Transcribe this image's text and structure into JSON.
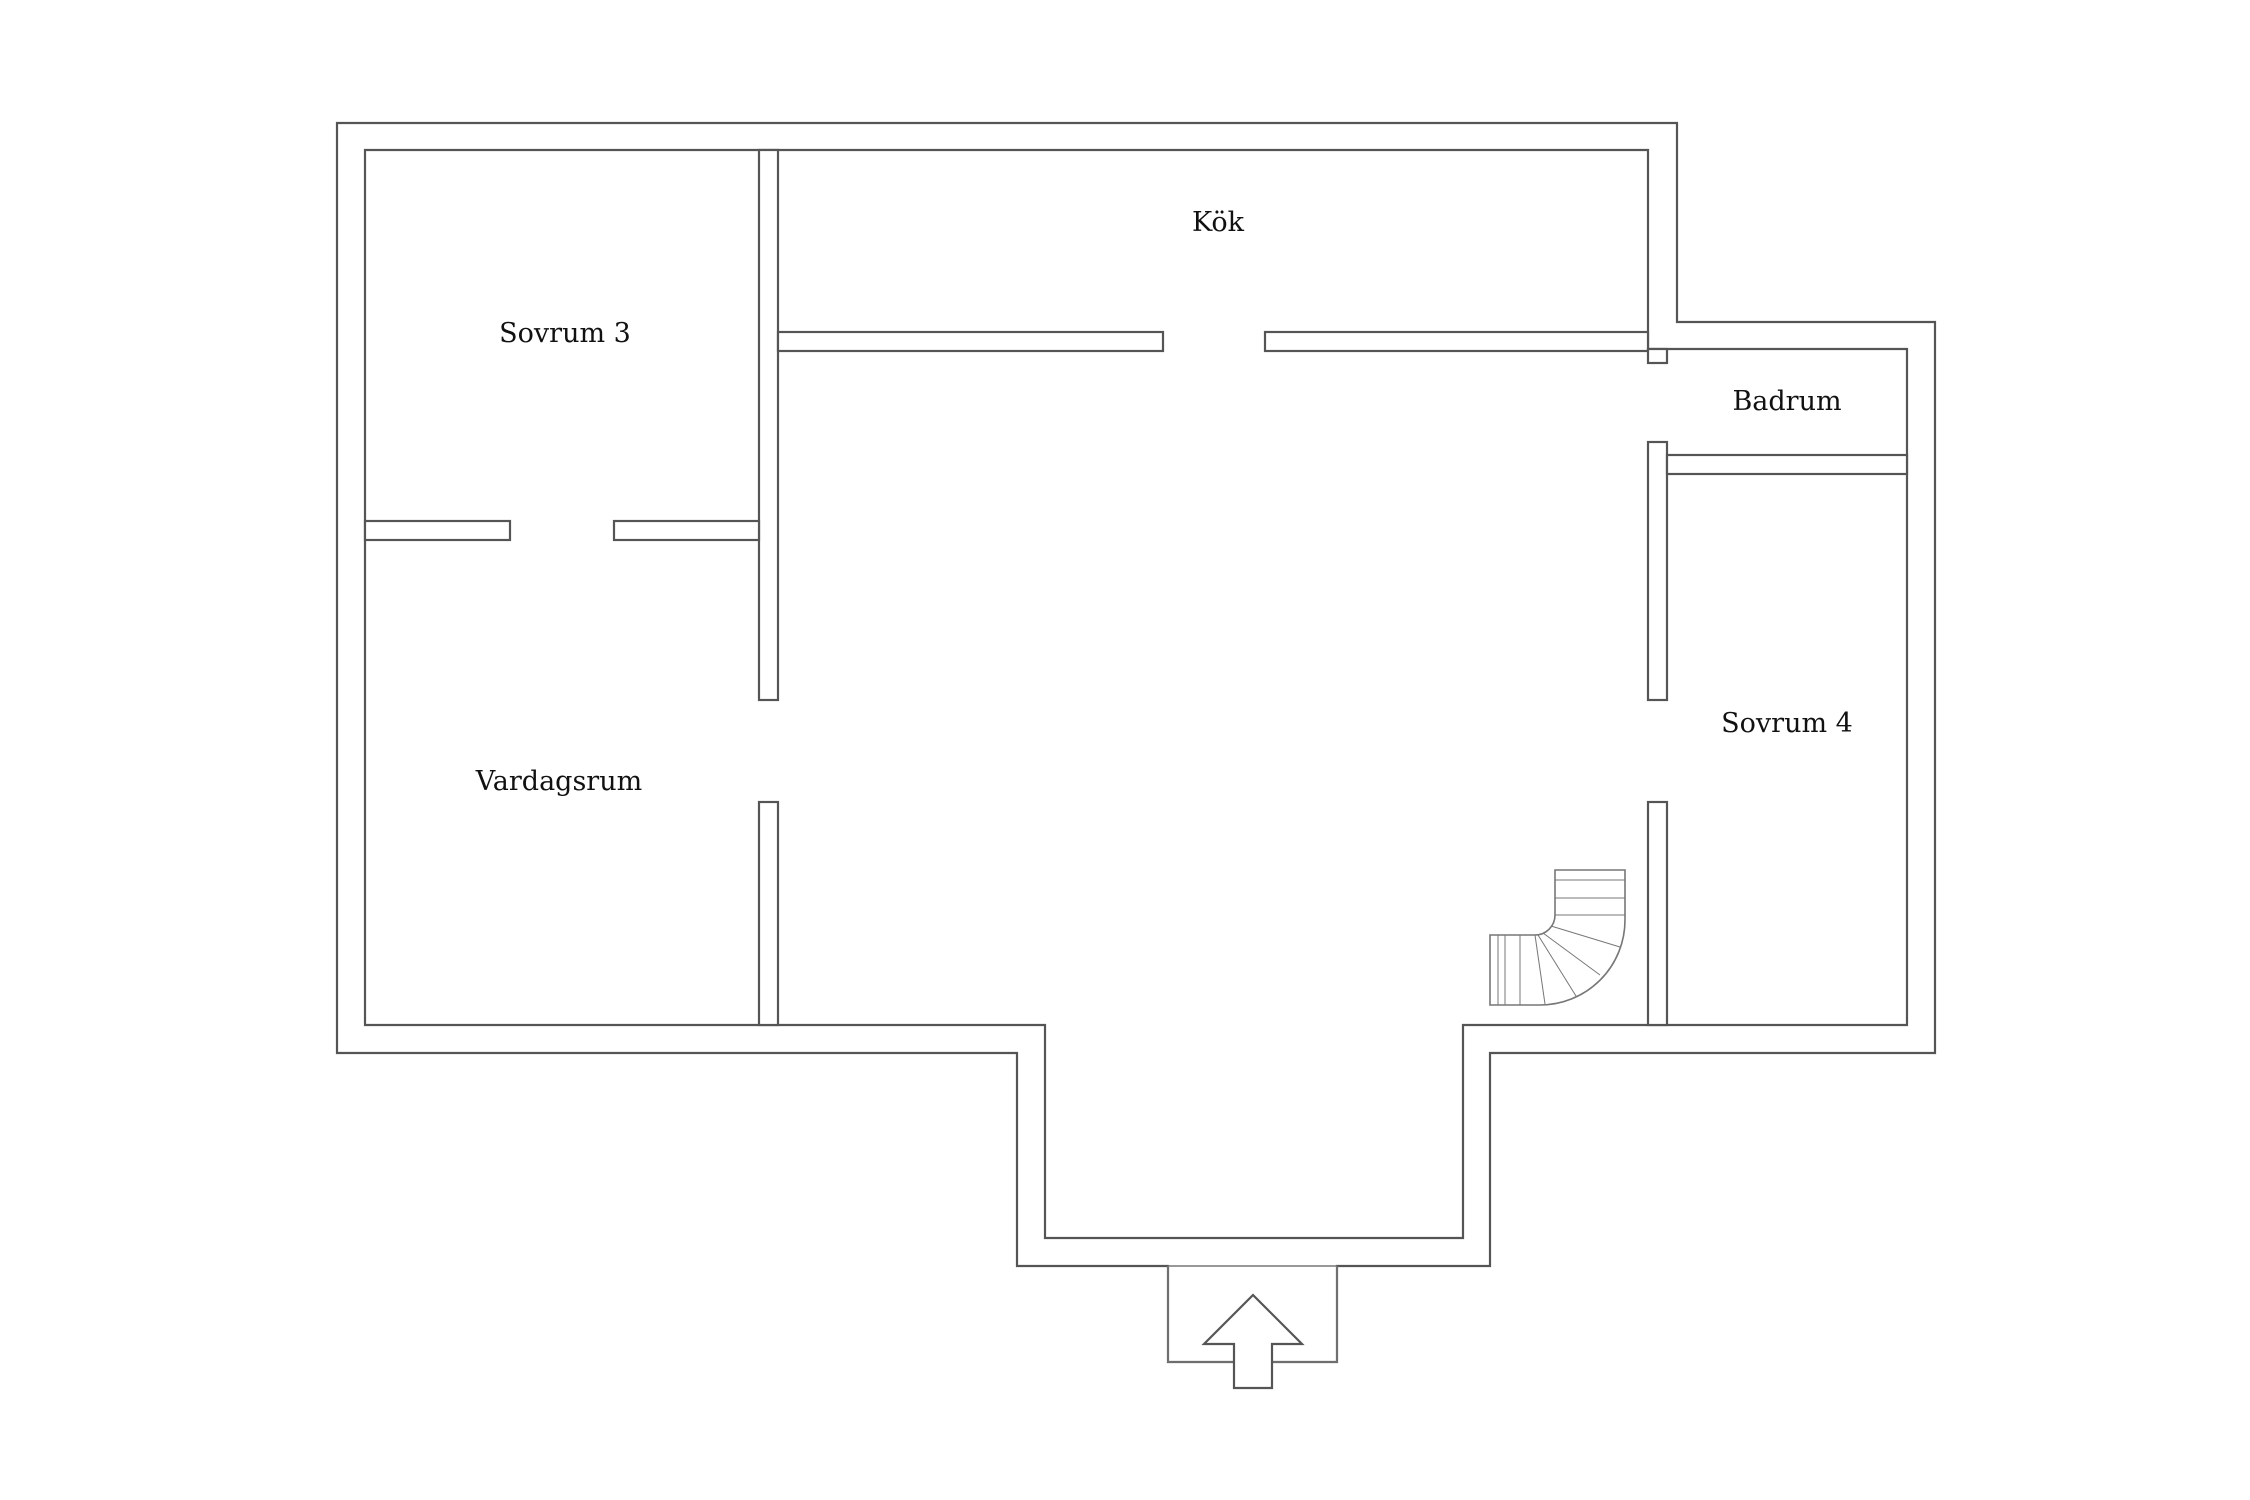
{
  "rooms": {
    "kitchen": "Kök",
    "bedroom3": "Sovrum 3",
    "bathroom": "Badrum",
    "living": "Vardagsrum",
    "bedroom4": "Sovrum 4"
  },
  "colors": {
    "wall_stroke": "#555555",
    "background": "#ffffff",
    "text": "#111111"
  },
  "icons": {
    "entrance": "entrance-arrow-icon",
    "stair": "spiral-stair-icon"
  }
}
